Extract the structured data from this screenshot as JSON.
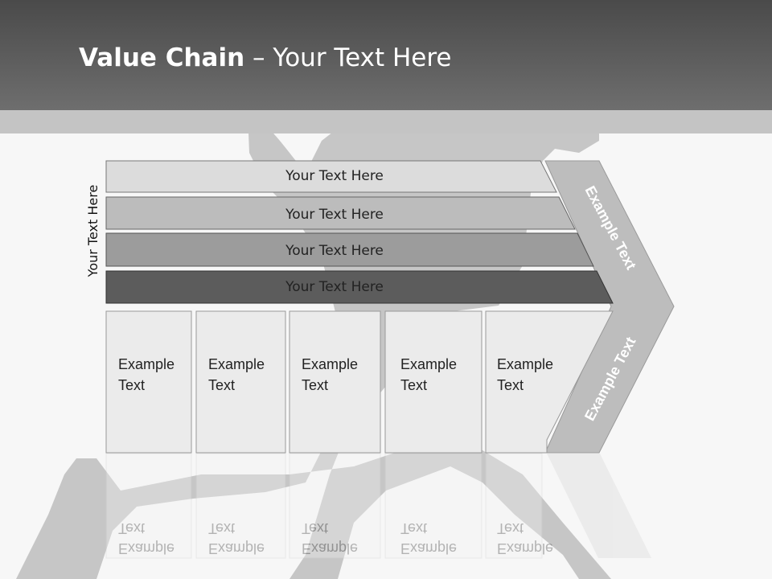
{
  "slide": {
    "title_bold": "Value Chain",
    "title_rest": " – Your Text Here"
  },
  "side_label": "Your Text Here",
  "bands": [
    {
      "label": "Your Text Here",
      "fill": "#dcdcdc"
    },
    {
      "label": "Your Text Here",
      "fill": "#bcbcbc"
    },
    {
      "label": "Your Text Here",
      "fill": "#9c9c9c"
    },
    {
      "label": "Your Text Here",
      "fill": "#5c5c5c"
    }
  ],
  "columns": [
    {
      "line1": "Example",
      "line2": "Text"
    },
    {
      "line1": "Example",
      "line2": "Text"
    },
    {
      "line1": "Example",
      "line2": "Text"
    },
    {
      "line1": "Example",
      "line2": "Text"
    },
    {
      "line1": "Example",
      "line2": "Text"
    }
  ],
  "chevron_top_label": "Example Text",
  "chevron_bottom_label": "Example Text",
  "colors": {
    "header": "#5a5a5a",
    "chevron": "#bdbdbd",
    "column_fill": "#ebebeb",
    "silhouette": "#b9b9b9"
  }
}
